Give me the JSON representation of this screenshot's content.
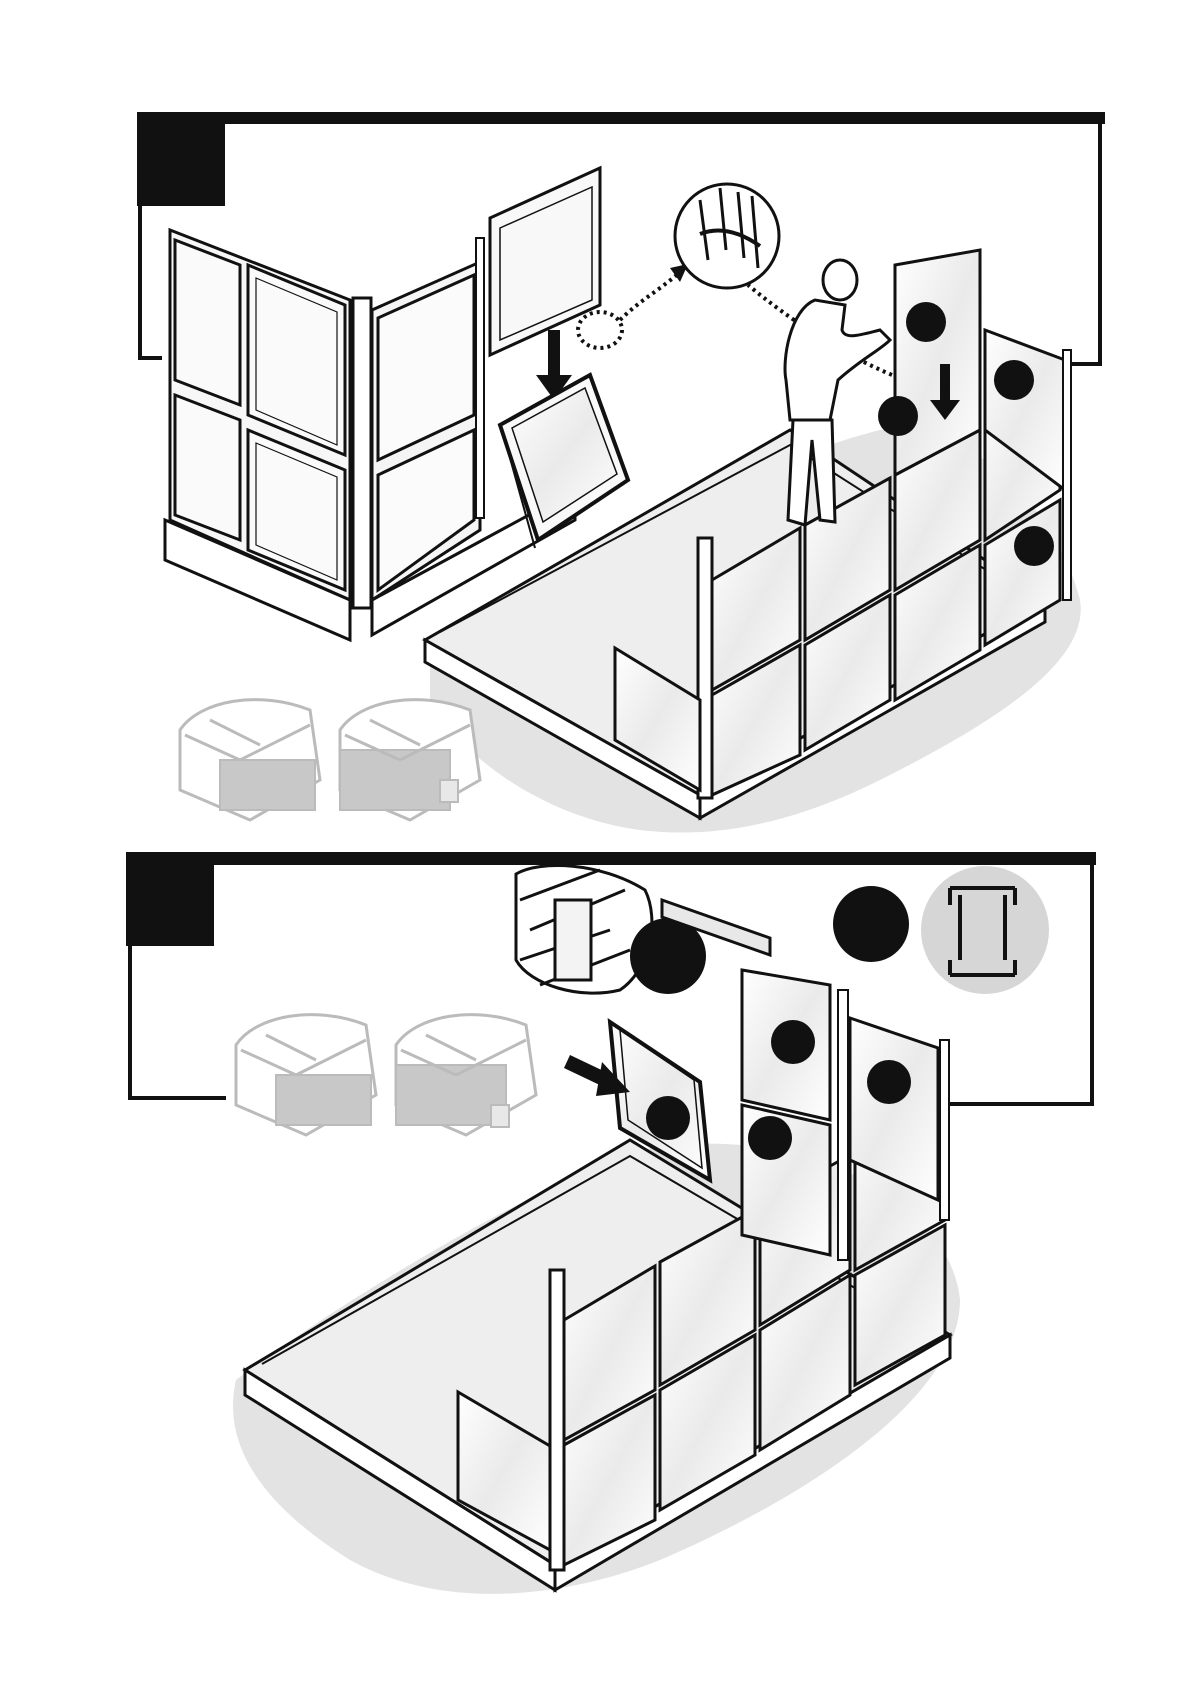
{
  "document": {
    "type": "assembly-instructions-page",
    "steps": [
      {
        "id": "step-a",
        "number_box_text": "",
        "callout_markers": [
          "",
          "",
          "",
          ""
        ],
        "thumbnails": [
          "assembled-greenhouse-front",
          "assembled-greenhouse-side-door"
        ],
        "detail_inset": "panel-clip-detail"
      },
      {
        "id": "step-b",
        "number_box_text": "",
        "callout_markers": [
          "",
          "",
          "",
          "",
          ""
        ],
        "thumbnails": [
          "assembled-greenhouse-front",
          "assembled-greenhouse-side-window"
        ],
        "detail_insets": [
          "profile-channel-detail",
          "profile-cross-section"
        ]
      }
    ],
    "colors": {
      "ink": "#111111",
      "shadow": "#e3e3e3",
      "floor": "#eeeeee",
      "glass": "#f4f4f4",
      "thumbnail_gray": "#c8c8c8",
      "marker": "#111111"
    }
  }
}
